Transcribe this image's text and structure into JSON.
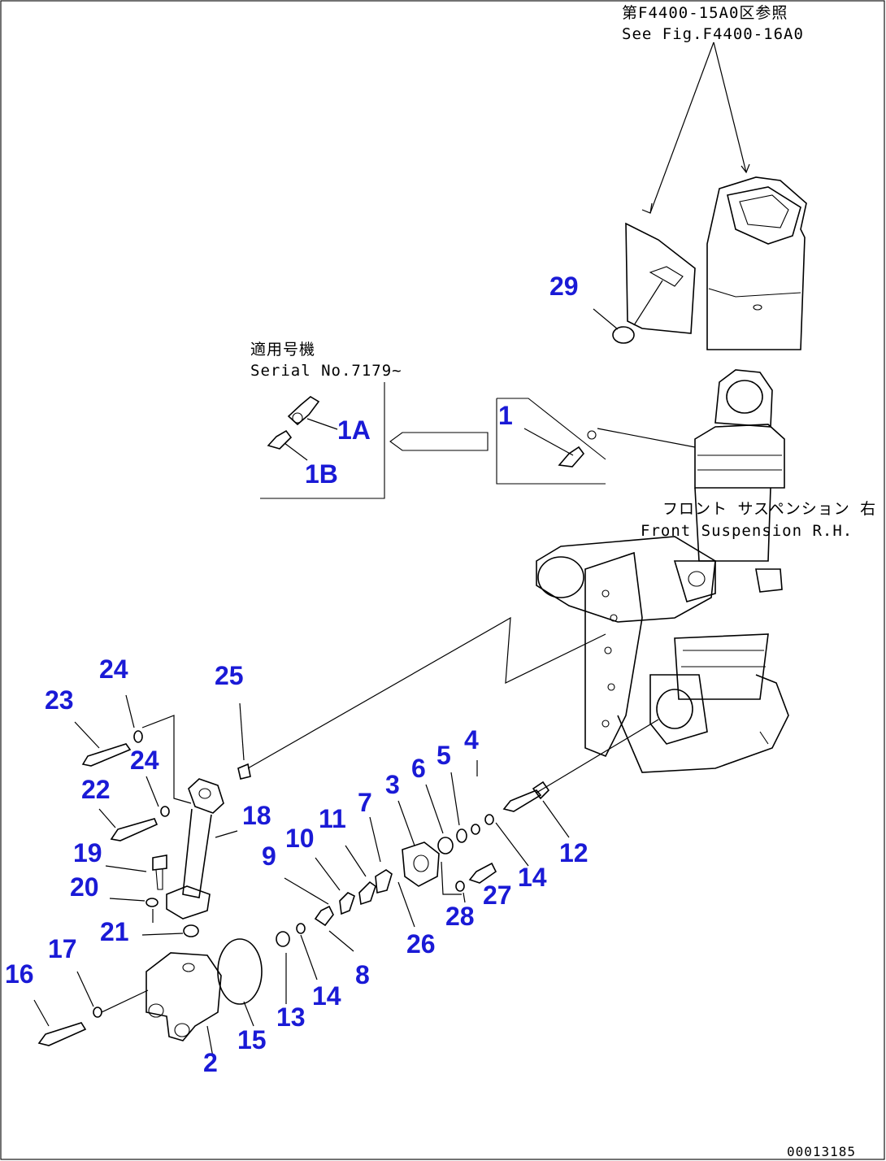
{
  "references": {
    "see_fig_jp": "第F4400-15A0区参照",
    "see_fig_en": "See Fig.F4400-16A0",
    "serial_jp": "適用号機",
    "serial_en": "Serial No.7179~",
    "suspension_jp": "フロント サスペンション 右",
    "suspension_en": "Front Suspension R.H."
  },
  "drawing_code": "00013185",
  "callouts": {
    "c1": "1",
    "c1A": "1A",
    "c1B": "1B",
    "c2": "2",
    "c3": "3",
    "c4": "4",
    "c5": "5",
    "c6": "6",
    "c7": "7",
    "c8": "8",
    "c9": "9",
    "c10": "10",
    "c11": "11",
    "c12": "12",
    "c13": "13",
    "c14a": "14",
    "c14b": "14",
    "c15": "15",
    "c16": "16",
    "c17": "17",
    "c18": "18",
    "c19": "19",
    "c20": "20",
    "c21": "21",
    "c22": "22",
    "c23": "23",
    "c24a": "24",
    "c24b": "24",
    "c25": "25",
    "c26": "26",
    "c27": "27",
    "c28": "28",
    "c29": "29"
  },
  "colors": {
    "callout": "#1a1ad6",
    "linework": "#000000",
    "background": "#ffffff"
  }
}
